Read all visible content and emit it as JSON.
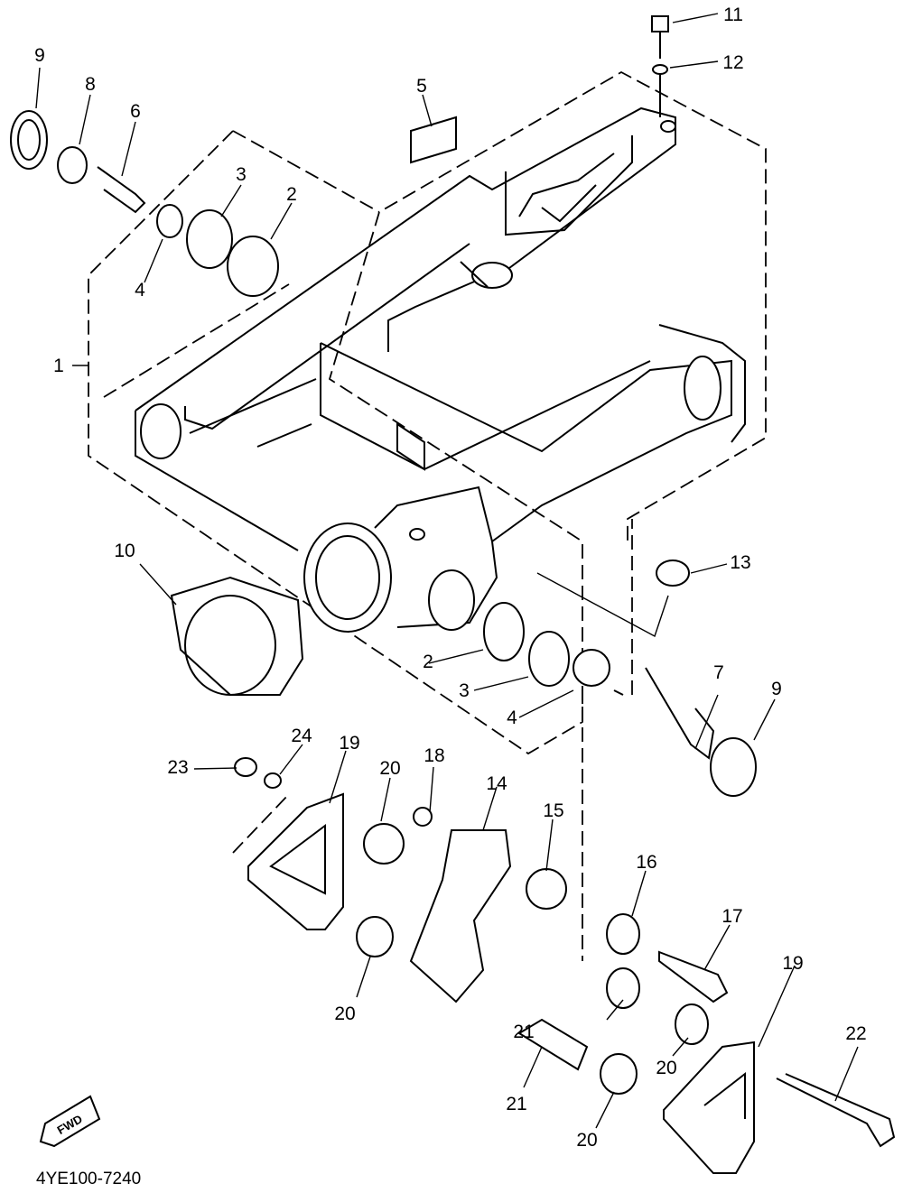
{
  "diagram": {
    "code": "4YE100-7240",
    "fwd_label": "FWD",
    "labels": [
      "9",
      "8",
      "6",
      "3",
      "2",
      "4",
      "5",
      "11",
      "12",
      "1",
      "10",
      "13",
      "2",
      "3",
      "4",
      "7",
      "9",
      "24",
      "19",
      "20",
      "18",
      "14",
      "15",
      "23",
      "16",
      "17",
      "19",
      "20",
      "21",
      "20",
      "21",
      "22",
      "20"
    ]
  }
}
